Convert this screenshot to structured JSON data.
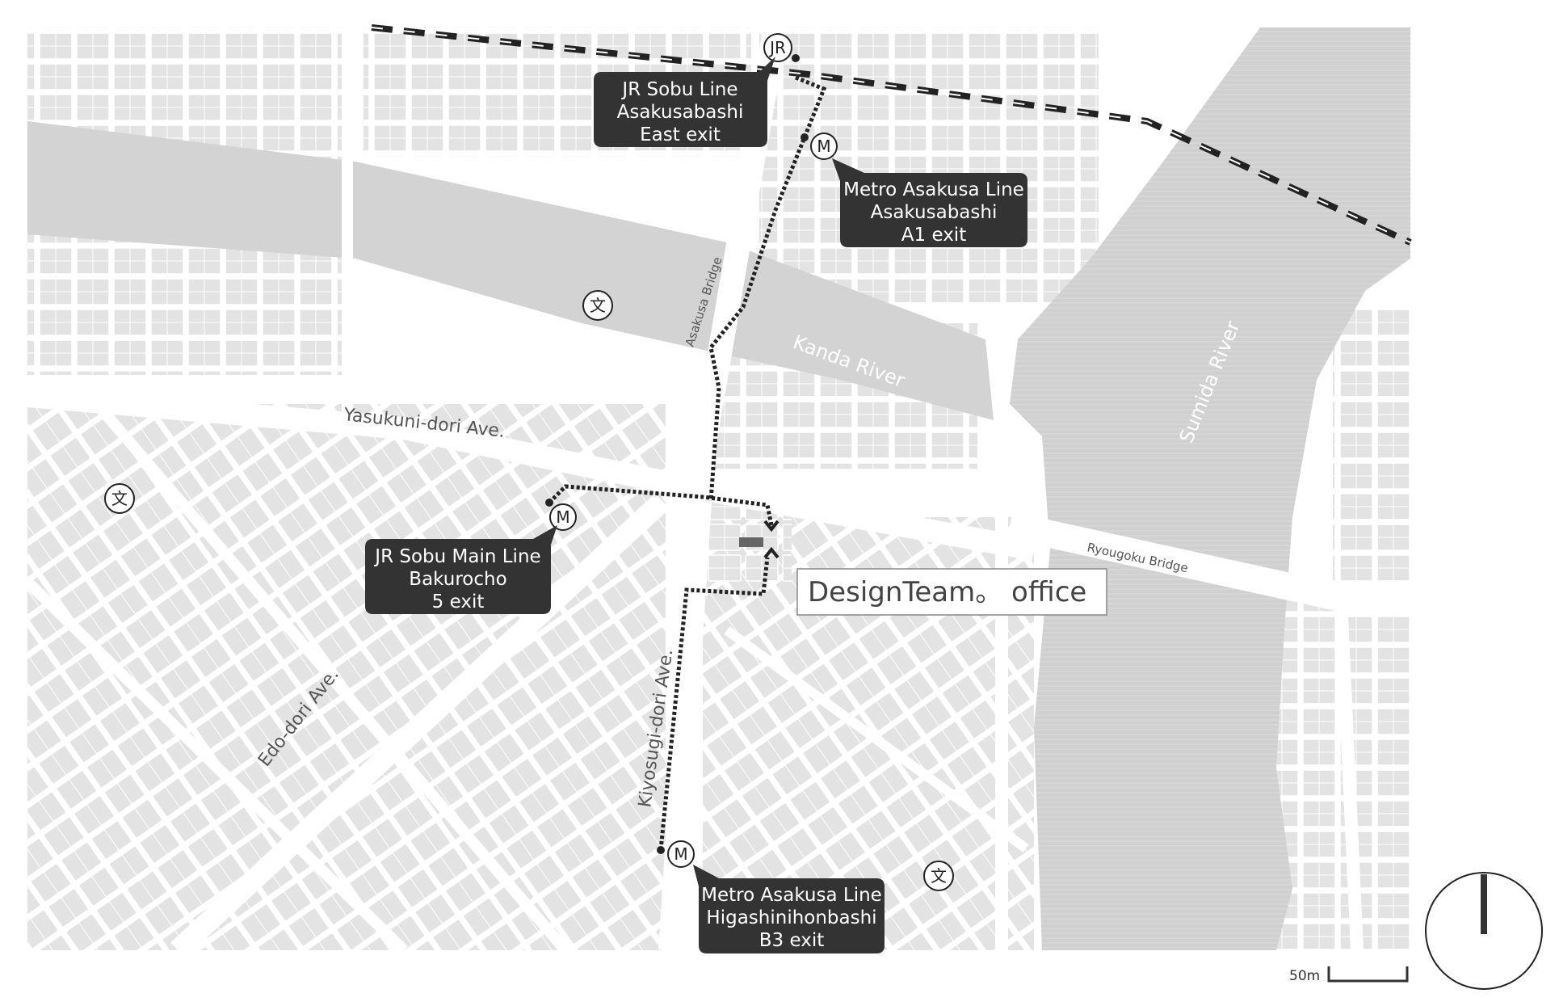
{
  "map": {
    "colors": {
      "block": "#e6e6e6",
      "road": "#ffffff",
      "river": "#d0d0d0",
      "callout": "#333333",
      "route": "#222222",
      "office_marker": "#666666"
    },
    "stations": {
      "jr_asakusabashi": {
        "symbol": "JR",
        "lines": [
          "JR Sobu Line",
          "Asakusabashi",
          "East exit"
        ]
      },
      "metro_asakusabashi": {
        "symbol": "M",
        "lines": [
          "Metro Asakusa Line",
          "Asakusabashi",
          "A1 exit"
        ]
      },
      "jr_bakurocho": {
        "symbol": "M",
        "lines": [
          "JR Sobu Main Line",
          "Bakurocho",
          "5 exit"
        ]
      },
      "metro_higashinihonbashi": {
        "symbol": "M",
        "lines": [
          "Metro Asakusa Line",
          "Higashinihonbashi",
          "B3 exit"
        ]
      }
    },
    "office_label": "DesignTeam。 office",
    "streets": {
      "yasukuni": "Yasukuni-dori Ave.",
      "edo": "Edo-dori Ave.",
      "kiyosugi": "Kiyosugi-dori Ave.",
      "asakusa_bridge": "Asakusa Bridge",
      "ryougoku_bridge": "Ryougoku Bridge"
    },
    "rivers": {
      "kanda": "Kanda River",
      "sumida": "Sumida River"
    },
    "school_symbol": "文",
    "scale_label": "50m",
    "icons": [
      "jr-station-icon",
      "metro-station-icon",
      "school-icon",
      "compass-icon",
      "scale-bar-icon",
      "office-marker-icon"
    ]
  }
}
